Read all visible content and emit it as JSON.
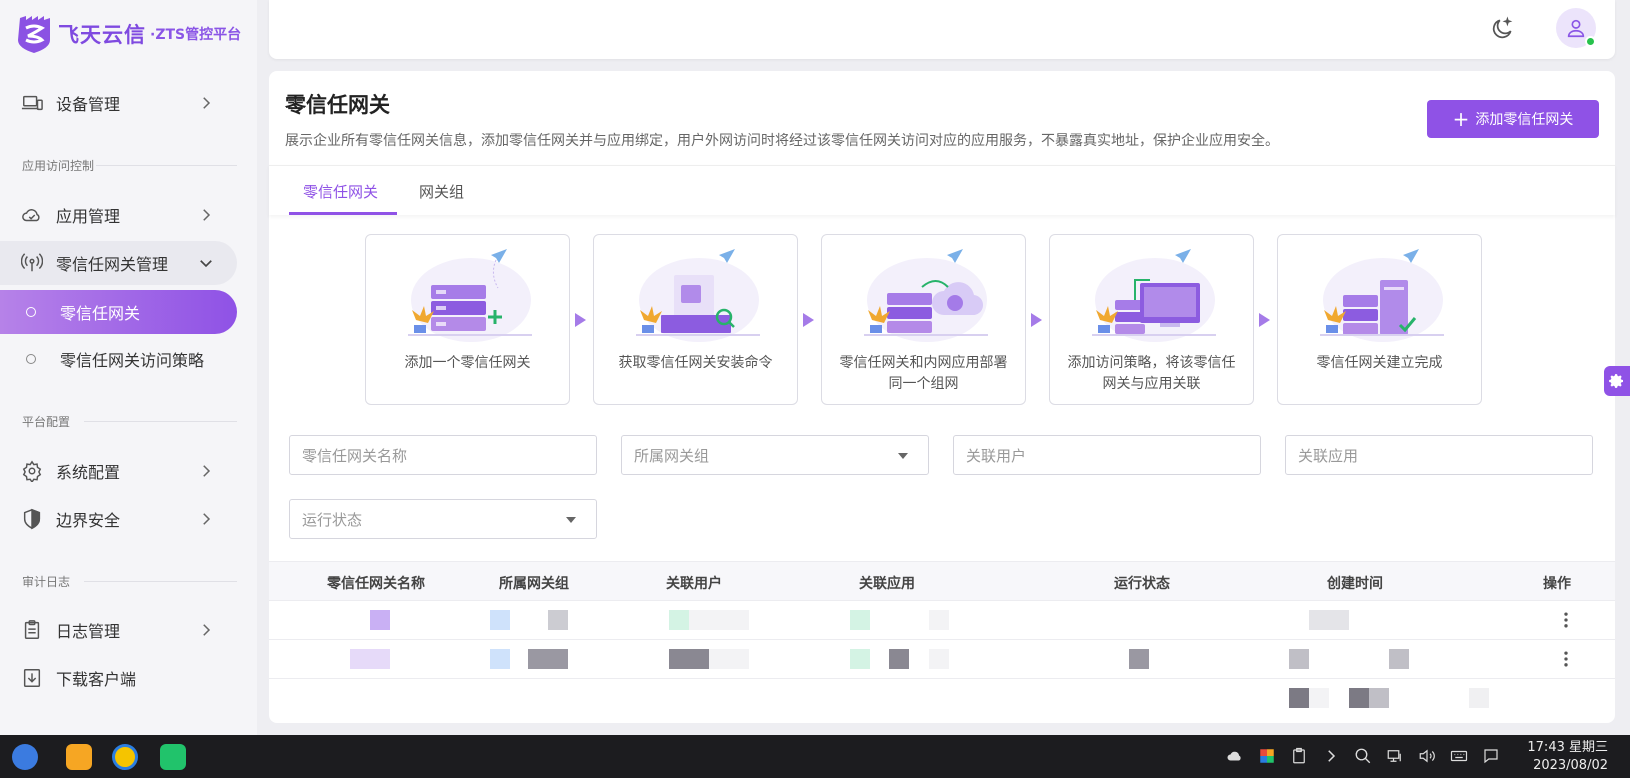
{
  "brand": {
    "name": "飞天云信",
    "sub": "·ZTS管控平台"
  },
  "sidebar": {
    "device_mgmt": "设备管理",
    "section_access": "应用访问控制",
    "app_mgmt": "应用管理",
    "gateway_mgmt": "零信任网关管理",
    "gateway": "零信任网关",
    "gateway_policy": "零信任网关访问策略",
    "section_platform": "平台配置",
    "system_config": "系统配置",
    "border_security": "边界安全",
    "section_audit": "审计日志",
    "log_mgmt": "日志管理",
    "download_client": "下载客户端"
  },
  "page": {
    "title": "零信任网关",
    "description": "展示企业所有零信任网关信息，添加零信任网关并与应用绑定，用户外网访问时将经过该零信任网关访问对应的应用服务，不暴露真实地址，保护企业应用安全。",
    "add_button": "添加零信任网关"
  },
  "tabs": [
    "零信任网关",
    "网关组"
  ],
  "steps": [
    {
      "line1": "添加一个零信任网关",
      "line2": ""
    },
    {
      "line1": "获取零信任网关安装命令",
      "line2": ""
    },
    {
      "line1": "零信任网关和内网应用部署",
      "line2": "同一个组网"
    },
    {
      "line1": "添加访问策略，将该零信任",
      "line2": "网关与应用关联"
    },
    {
      "line1": "零信任网关建立完成",
      "line2": ""
    }
  ],
  "filters": {
    "name_placeholder": "零信任网关名称",
    "group_placeholder": "所属网关组",
    "user_placeholder": "关联用户",
    "app_placeholder": "关联应用",
    "status_placeholder": "运行状态"
  },
  "table": {
    "columns": [
      "零信任网关名称",
      "所属网关组",
      "关联用户",
      "关联应用",
      "运行状态",
      "创建时间",
      "操作"
    ]
  },
  "taskbar": {
    "time": "17:43 星期三",
    "date": "2023/08/02"
  },
  "colors": {
    "accent": "#8f52e6",
    "accent_light": "#b682e8"
  }
}
